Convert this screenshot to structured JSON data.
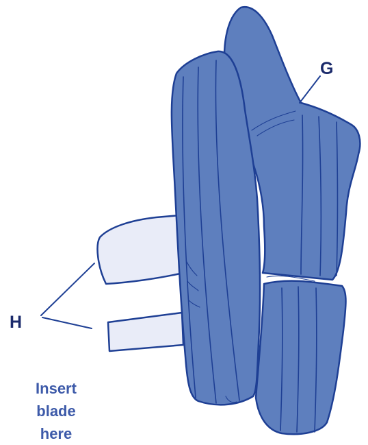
{
  "labels": {
    "g": "G",
    "h": "H"
  },
  "instruction": {
    "lines": [
      "Insert",
      "blade",
      "here"
    ]
  },
  "colors": {
    "guard_fill": "#5e7fbe",
    "outline": "#1e3f94",
    "strap_fill": "#e9ecf8",
    "label_text": "#1b2a6b",
    "instruction_text": "#3d5aa9"
  }
}
